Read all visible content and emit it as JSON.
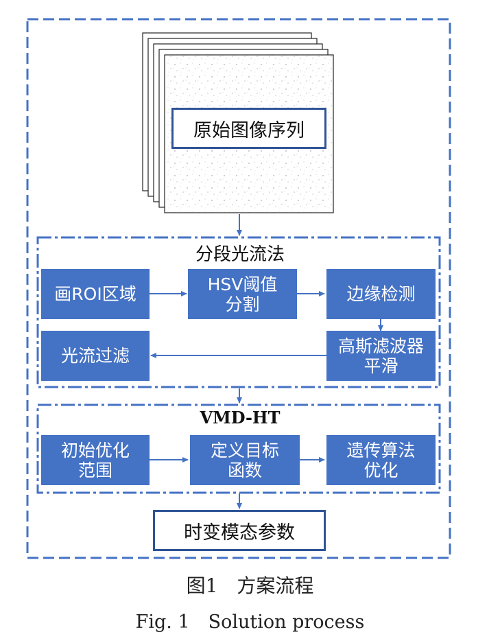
{
  "diagram": {
    "input_label": "原始图像序列",
    "stage1": {
      "title": "分段光流法",
      "steps": [
        "画ROI区域",
        "HSV阈值\n分割",
        "边缘检测",
        "高斯滤波器\n平滑",
        "光流过滤"
      ]
    },
    "stage2": {
      "title": "VMD-HT",
      "steps": [
        "初始优化\n范围",
        "定义目标\n函数",
        "遗传算法\n优化"
      ]
    },
    "output_label": "时变模态参数"
  },
  "colors": {
    "box_fill": "#4472C4",
    "border": "#2F5496",
    "arrow": "#4472C4"
  },
  "caption": {
    "cn": "图1　方案流程",
    "en": "Fig. 1　Solution process"
  }
}
